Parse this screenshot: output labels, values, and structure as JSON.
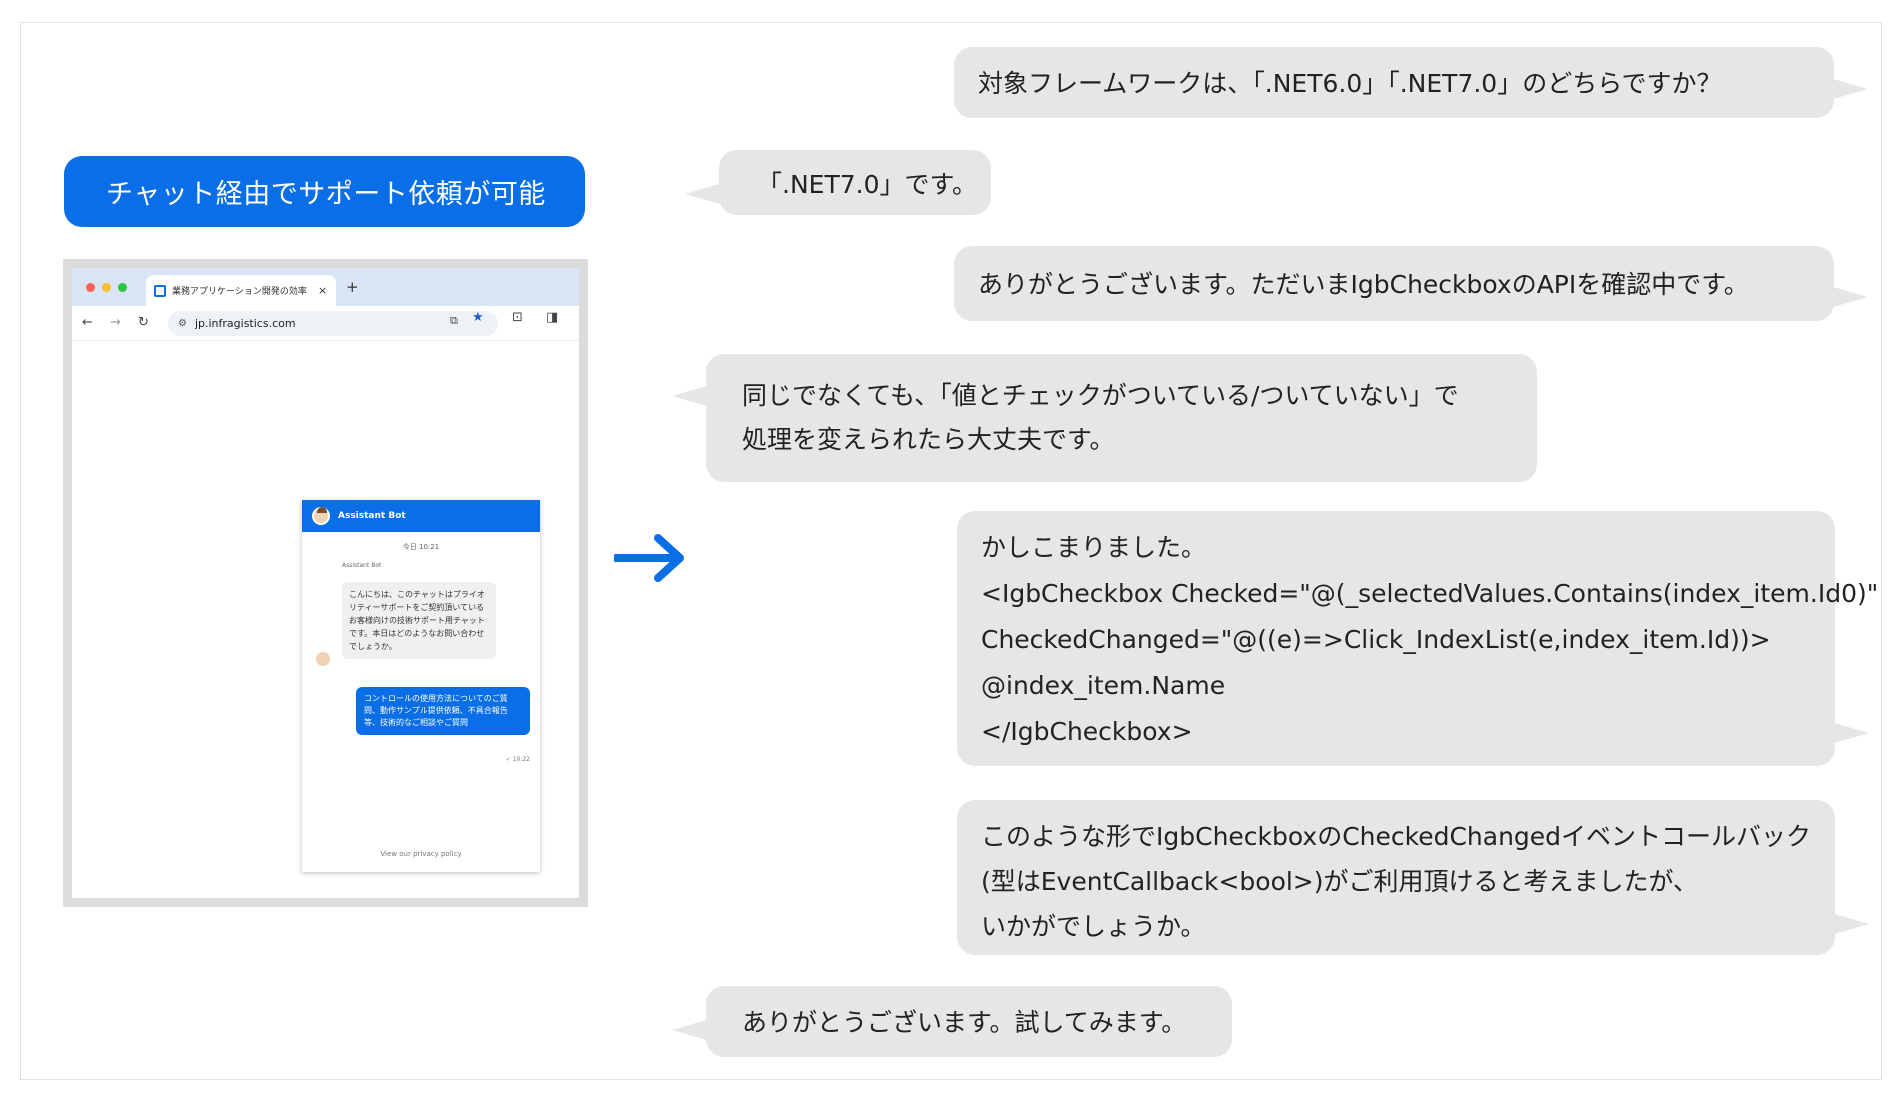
{
  "badge_label": "チャット経由でサポート依頼が可能",
  "browser": {
    "tab_title": "業務アプリケーション開発の効率",
    "tab_close": "×",
    "tab_new": "+",
    "url": "jp.infragistics.com",
    "traffic_colors": [
      "#ff5f57",
      "#febc2e",
      "#28c840"
    ]
  },
  "chat_widget": {
    "title": "Assistant Bot",
    "time": "今日 10:21",
    "sender": "Assistant Bot",
    "bot_message": "こんにちは、このチャットはプライオリティーサポートをご契約頂いているお客様向けの技術サポート用チャットです。本日はどのようなお問い合わせでしょうか。",
    "user_message": "コントロールの使用方法についてのご質問、動作サンプル提供依頼、不具合報告等、技術的なご相談やご質問",
    "read_time": "✓ 10:22",
    "privacy_link": "View our privacy policy"
  },
  "messages": [
    {
      "side": "right",
      "lines": [
        "対象フレームワークは、「.NET6.0」「.NET7.0」のどちらですか？"
      ]
    },
    {
      "side": "left",
      "lines": [
        "「.NET7.0」です。"
      ]
    },
    {
      "side": "right",
      "lines": [
        "ありがとうございます。ただいまIgbCheckboxのAPIを確認中です。"
      ]
    },
    {
      "side": "left",
      "lines": [
        "同じでなくても、「値とチェックがついている/ついていない」で",
        "処理を変えられたら大丈夫です。"
      ]
    },
    {
      "side": "right",
      "lines": [
        "かしこまりました。",
        "<IgbCheckbox Checked=\"@(_selectedValues.Contains(index_item.Id0)\"",
        "CheckedChanged=\"@((e)=>Click_IndexList(e,index_item.Id))>",
        "@index_item.Name",
        "</IgbCheckbox>"
      ]
    },
    {
      "side": "right",
      "lines": [
        "このような形でIgbCheckboxのCheckedChangedイベントコールバック",
        "(型はEventCallback<bool>)がご利用頂けると考えましたが、",
        "いかがでしょうか。"
      ]
    },
    {
      "side": "left",
      "lines": [
        "ありがとうございます。試してみます。"
      ]
    }
  ],
  "colors": {
    "accent": "#0a6fe6",
    "bubble": "#e6e6e6"
  }
}
